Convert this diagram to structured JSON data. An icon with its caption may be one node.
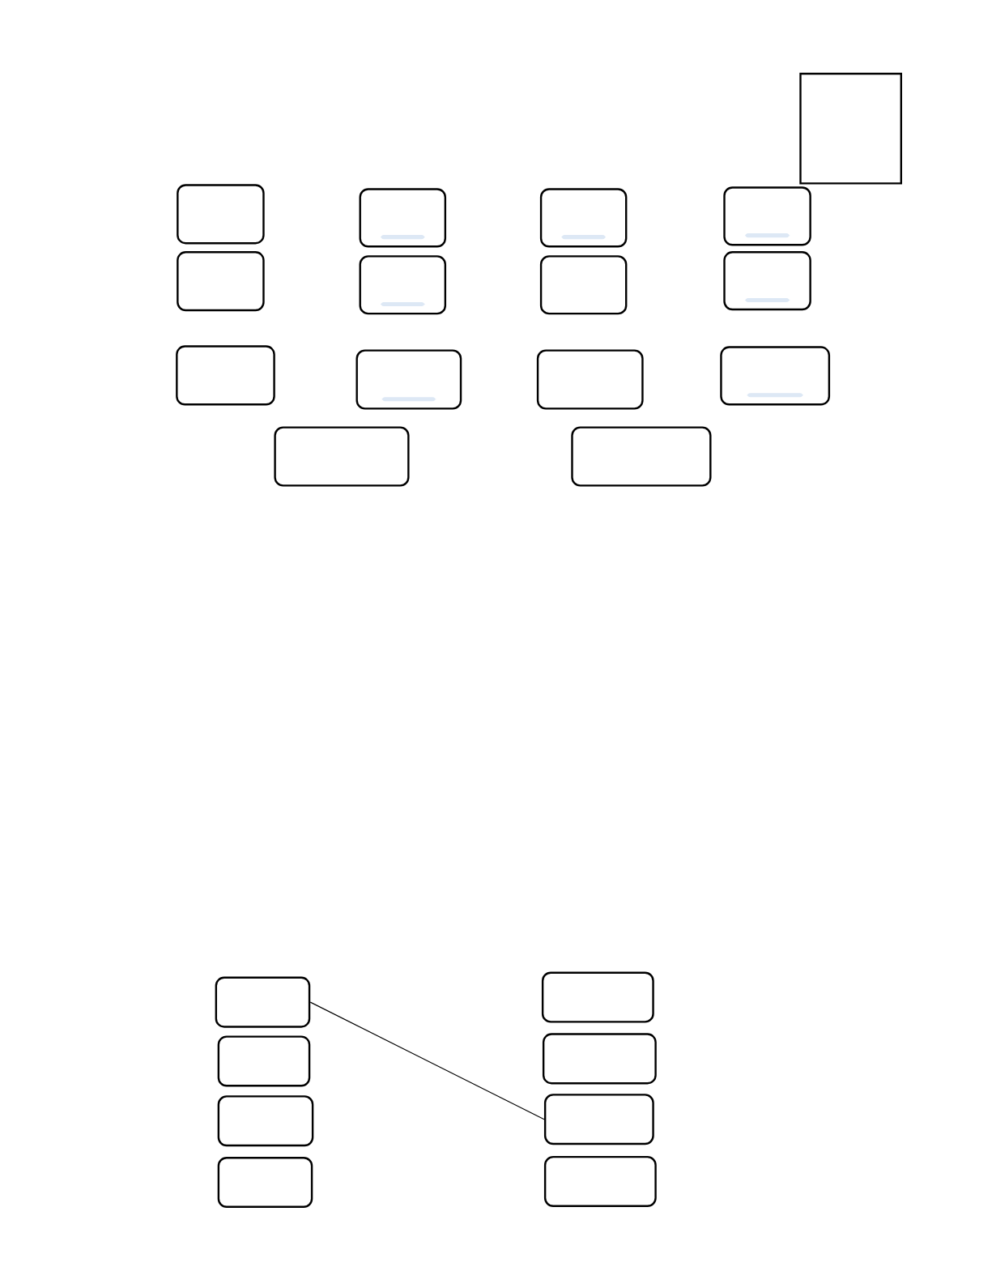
{
  "diagram": {
    "nodes": [
      {
        "text": [],
        "shape": "box"
      },
      {
        "text": [],
        "shape": "box"
      },
      {
        "text": [],
        "shape": "box"
      },
      {
        "text": [],
        "shape": "box"
      },
      {
        "text": [],
        "shape": "box"
      },
      {
        "text": [],
        "shape": "box"
      },
      {
        "text": [],
        "shape": "box"
      },
      {
        "text": [],
        "shape": "box"
      },
      {
        "text": [],
        "shape": "box"
      },
      {
        "text": [],
        "shape": "box"
      },
      {
        "text": [],
        "shape": "box"
      },
      {
        "text": [],
        "shape": "box"
      },
      {
        "text": [],
        "shape": "box"
      },
      {
        "text": [],
        "shape": "box"
      },
      {
        "text": [],
        "shape": "box"
      },
      {
        "text": [],
        "shape": "box"
      },
      {
        "text": [],
        "shape": "box"
      },
      {
        "text": [],
        "shape": "box"
      },
      {
        "text": [],
        "shape": "box"
      },
      {
        "text": [],
        "shape": "box"
      },
      {
        "text": [],
        "shape": "box"
      },
      {
        "text": [],
        "shape": "box"
      },
      {
        "text": [],
        "shape": "box"
      }
    ],
    "edges": [
      {
        "from": 15,
        "to": 20,
        "arrow": "none"
      }
    ]
  }
}
